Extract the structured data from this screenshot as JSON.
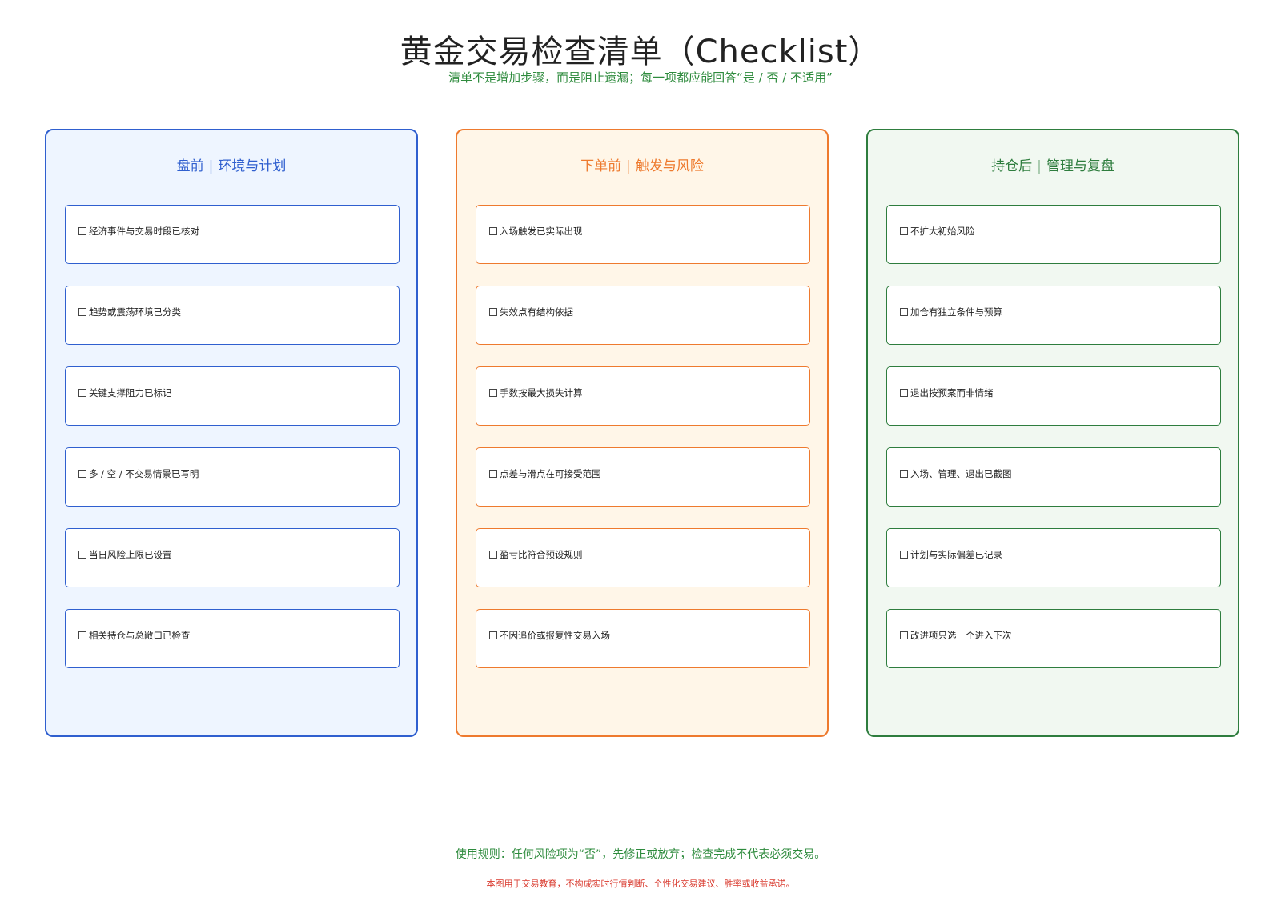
{
  "title": "黄金交易检查清单（Checklist）",
  "subtitle": "清单不是增加步骤，而是阻止遗漏；每一项都应能回答“是 / 否 / 不适用”",
  "columns": [
    {
      "heading": "盘前",
      "subheading": "环境与计划",
      "color": "#2f5fcf",
      "items": [
        "经济事件与交易时段已核对",
        "趋势或震荡环境已分类",
        "关键支撑阻力已标记",
        "多 / 空 / 不交易情景已写明",
        "当日风险上限已设置",
        "相关持仓与总敞口已检查"
      ]
    },
    {
      "heading": "下单前",
      "subheading": "触发与风险",
      "color": "#ee7a2e",
      "items": [
        "入场触发已实际出现",
        "失效点有结构依据",
        "手数按最大损失计算",
        "点差与滑点在可接受范围",
        "盈亏比符合预设规则",
        "不因追价或报复性交易入场"
      ]
    },
    {
      "heading": "持仓后",
      "subheading": "管理与复盘",
      "color": "#2e7d3e",
      "items": [
        "不扩大初始风险",
        "加仓有独立条件与预算",
        "退出按预案而非情绪",
        "入场、管理、退出已截图",
        "计划与实际偏差已记录",
        "改进项只选一个进入下次"
      ]
    }
  ],
  "footer": {
    "rule": "使用规则：任何风险项为“否”，先修正或放弃；检查完成不代表必须交易。",
    "disclaimer": "本图用于交易教育，不构成实时行情判断、个性化交易建议、胜率或收益承诺。"
  }
}
